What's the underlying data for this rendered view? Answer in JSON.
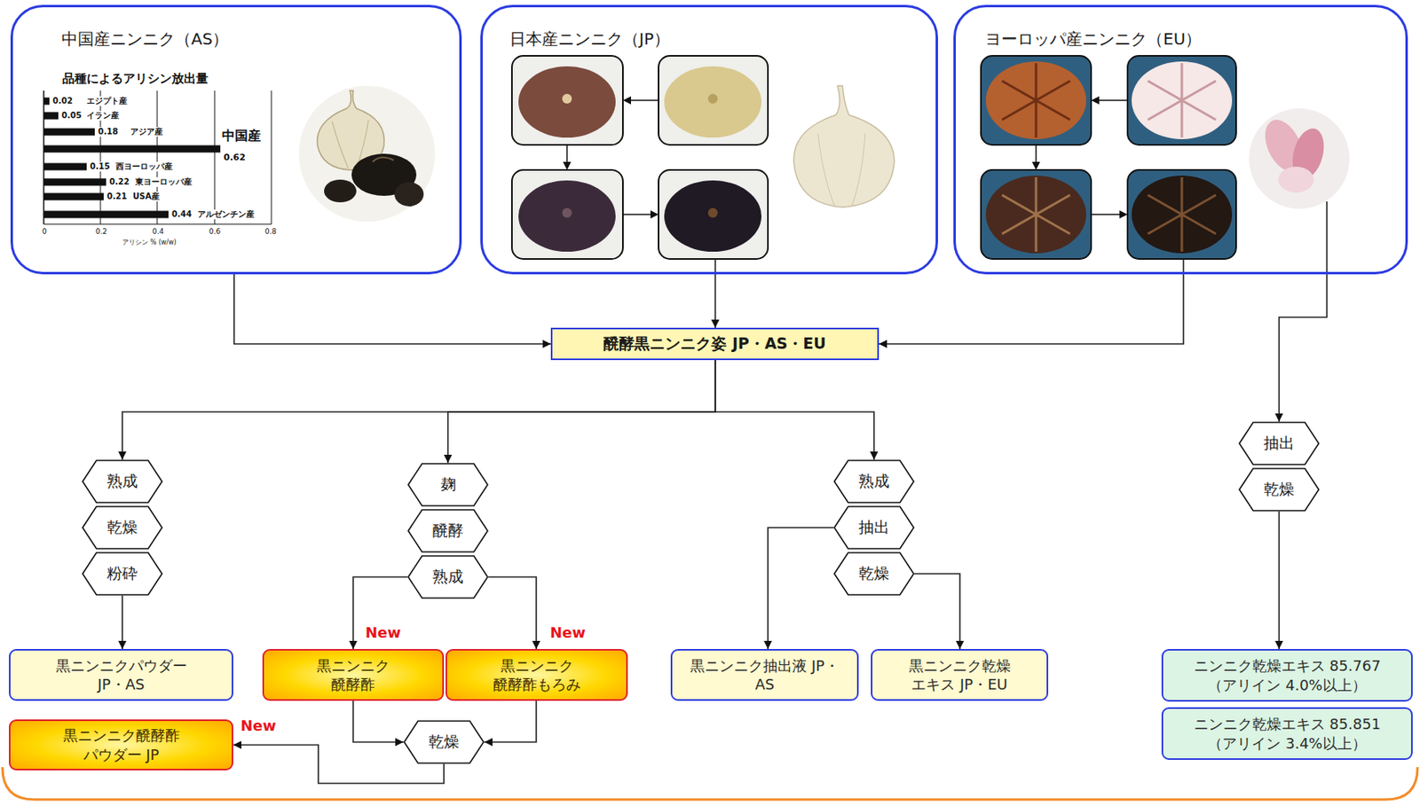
{
  "diagram": {
    "nodes": [
      {
        "text": [
          "中国産ニンニク（AS）"
        ]
      },
      {
        "text": [
          "日本産ニンニク（JP）"
        ]
      },
      {
        "text": [
          "ヨーロッパ産ニンニク（EU）"
        ]
      },
      {
        "text": [
          "醗酵黒ニンニク姿 JP・AS・EU"
        ]
      },
      {
        "text": [
          "熟成"
        ]
      },
      {
        "text": [
          "乾燥"
        ]
      },
      {
        "text": [
          "粉砕"
        ]
      },
      {
        "text": [
          "麹"
        ]
      },
      {
        "text": [
          "醗酵"
        ]
      },
      {
        "text": [
          "熟成"
        ]
      },
      {
        "text": [
          "熟成"
        ]
      },
      {
        "text": [
          "抽出"
        ]
      },
      {
        "text": [
          "乾燥"
        ]
      },
      {
        "text": [
          "抽出"
        ]
      },
      {
        "text": [
          "乾燥"
        ]
      },
      {
        "text": [
          "黒ニンニクパウダー JP・AS"
        ]
      },
      {
        "text": [
          "黒ニンニク 醗酵酢"
        ]
      },
      {
        "text": [
          "黒ニンニク 醗酵酢もろみ"
        ]
      },
      {
        "text": [
          "乾燥"
        ]
      },
      {
        "text": [
          "黒ニンニク醗酵酢 パウダー JP"
        ]
      },
      {
        "text": [
          "黒ニンニク抽出液 JP・AS"
        ]
      },
      {
        "text": [
          "黒ニンニク乾燥 エキス JP・EU"
        ]
      },
      {
        "text": [
          "ニンニク乾燥エキス 85.767 （アリイン 4.0%以上）"
        ]
      },
      {
        "text": [
          "ニンニク乾燥エキス 85.851 （アリイン 3.4%以上）"
        ]
      }
    ],
    "edges": [
      {
        "from": 0,
        "to": 3,
        "arrow": "to"
      },
      {
        "from": 1,
        "to": 3,
        "arrow": "to"
      },
      {
        "from": 2,
        "to": 3,
        "arrow": "to"
      },
      {
        "from": 2,
        "to": 13,
        "arrow": "to"
      },
      {
        "from": 3,
        "to": 4,
        "arrow": "to"
      },
      {
        "from": 3,
        "to": 7,
        "arrow": "to"
      },
      {
        "from": 3,
        "to": 10,
        "arrow": "to"
      },
      {
        "from": 6,
        "to": 15,
        "arrow": "to"
      },
      {
        "from": 9,
        "to": 16,
        "arrow": "to"
      },
      {
        "from": 9,
        "to": 17,
        "arrow": "to"
      },
      {
        "from": 16,
        "to": 18,
        "arrow": "to"
      },
      {
        "from": 17,
        "to": 18,
        "arrow": "to"
      },
      {
        "from": 18,
        "to": 19,
        "arrow": "to"
      },
      {
        "from": 11,
        "to": 20,
        "arrow": "to"
      },
      {
        "from": 12,
        "to": 21,
        "arrow": "to"
      },
      {
        "from": 14,
        "to": 22,
        "arrow": "to"
      }
    ],
    "labels": [
      "品種によるアリシン放出量",
      "0.02",
      "エジプト産",
      "0.05",
      "イラン産",
      "0.18",
      "アジア産",
      "中国産",
      "0.62",
      "0.15",
      "西ヨーロッパ産",
      "0.22",
      "東ヨーロッパ産",
      "0.21",
      "USA産",
      "0.44",
      "アルゼンチン産",
      "0",
      "0.2",
      "0.4",
      "0.6",
      "0.8",
      "アリシン % (w/w)",
      "New",
      "New",
      "New"
    ]
  }
}
